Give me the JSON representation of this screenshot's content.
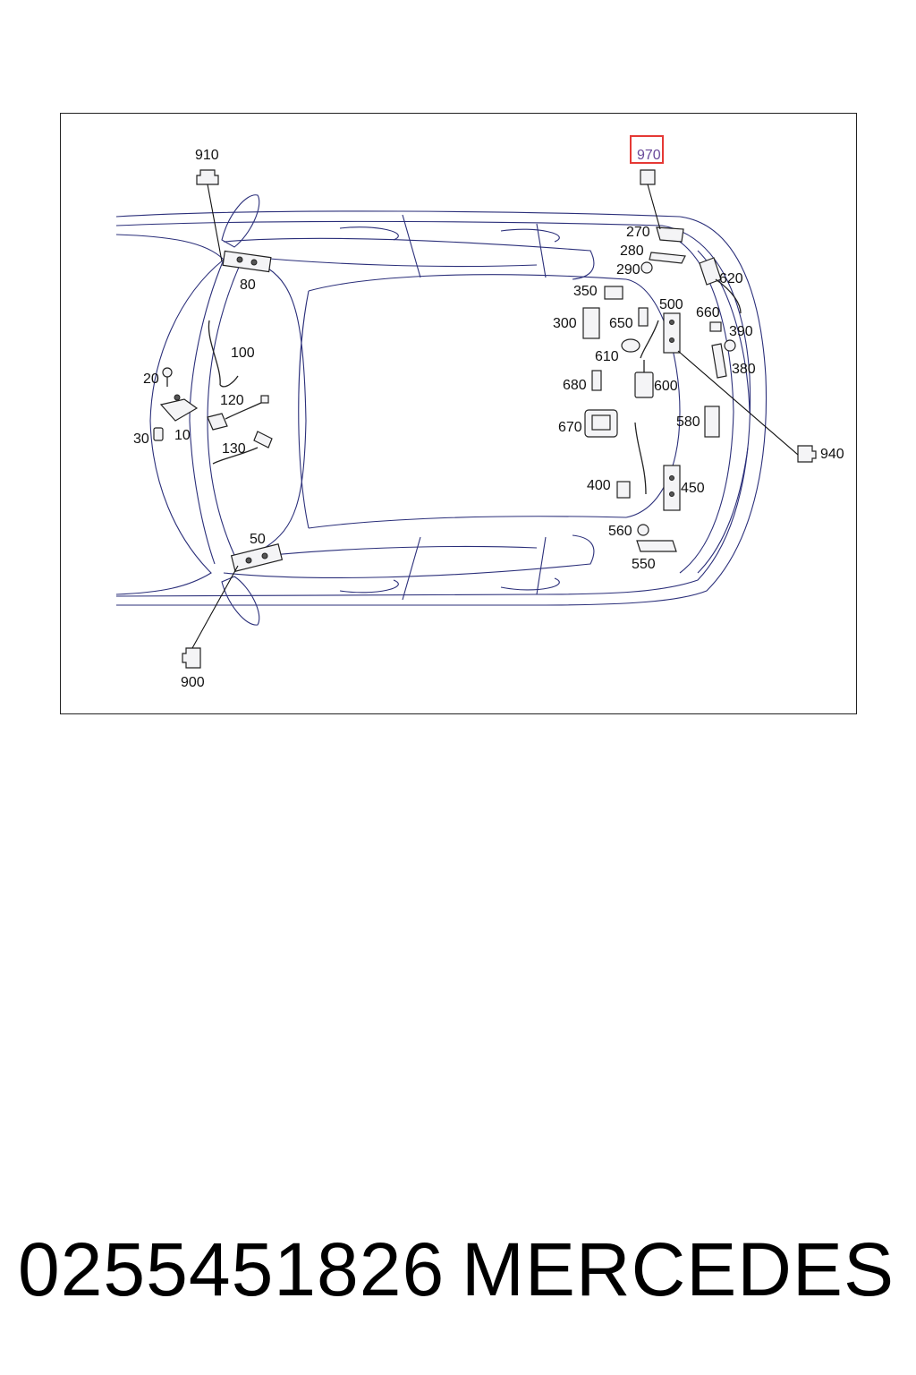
{
  "callouts": {
    "c910": "910",
    "c970": "970",
    "c80": "80",
    "c270": "270",
    "c280": "280",
    "c290": "290",
    "c620": "620",
    "c350": "350",
    "c500": "500",
    "c300": "300",
    "c650": "650",
    "c660": "660",
    "c100": "100",
    "c390": "390",
    "c610": "610",
    "c380": "380",
    "c20": "20",
    "c680": "680",
    "c600": "600",
    "c120": "120",
    "c30": "30",
    "c10": "10",
    "c670": "670",
    "c580": "580",
    "c940": "940",
    "c130": "130",
    "c400": "400",
    "c450": "450",
    "c50": "50",
    "c560": "560",
    "c550": "550",
    "c900": "900"
  },
  "highlight": {
    "label": "970",
    "color": "#e53935"
  },
  "colors": {
    "car_outline": "#2b2f7a",
    "text": "#111111"
  },
  "footer": {
    "part_number": "0255451826",
    "brand": "MERCEDES"
  }
}
